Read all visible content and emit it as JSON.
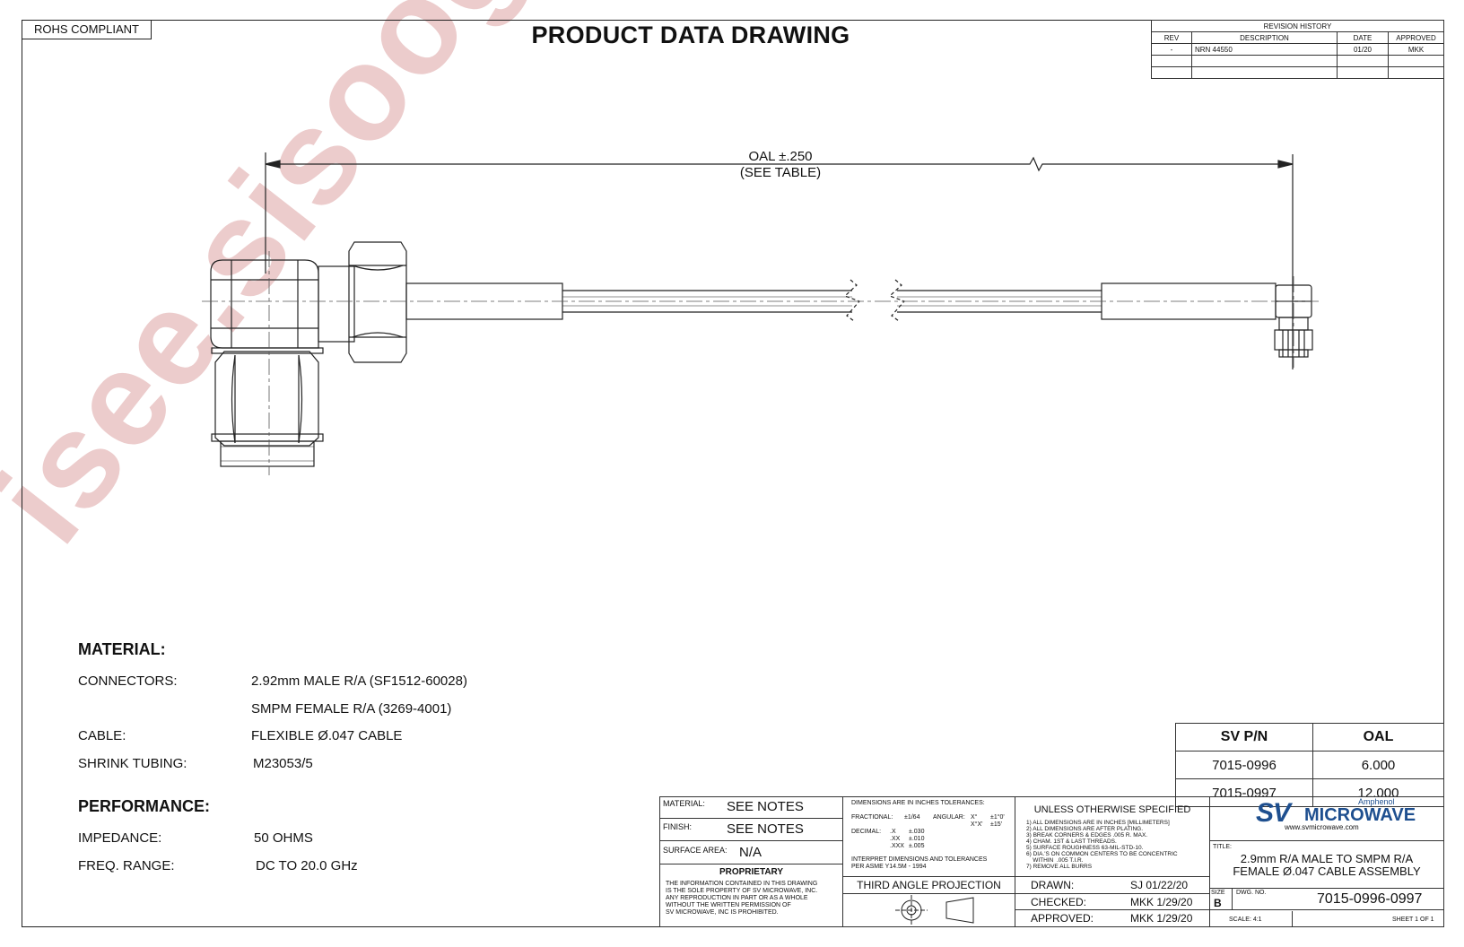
{
  "header": {
    "rohs": "ROHS COMPLIANT",
    "title": "PRODUCT DATA DRAWING"
  },
  "revision_history": {
    "title": "REVISION HISTORY",
    "columns": [
      "REV",
      "DESCRIPTION",
      "DATE",
      "APPROVED"
    ],
    "rows": [
      [
        "-",
        "NRN 44550",
        "01/20",
        "MKK"
      ]
    ]
  },
  "drawing": {
    "oal_label": "OAL ±.250",
    "oal_note": "(SEE TABLE)"
  },
  "watermark": "isee.sisoog.com",
  "material": {
    "heading": "MATERIAL:",
    "connectors_label": "CONNECTORS:",
    "connector_1": "2.92mm MALE R/A (SF1512-60028)",
    "connector_2": "SMPM FEMALE R/A (3269-4001)",
    "cable_label": "CABLE:",
    "cable_value": "FLEXIBLE Ø.047 CABLE",
    "shrink_label": "SHRINK TUBING:",
    "shrink_value": "M23053/5"
  },
  "performance": {
    "heading": "PERFORMANCE:",
    "impedance_label": "IMPEDANCE:",
    "impedance_value": "50 OHMS",
    "freq_label": "FREQ. RANGE:",
    "freq_value": "DC TO 20.0 GHz"
  },
  "oal_table": {
    "columns": [
      "SV P/N",
      "OAL"
    ],
    "rows": [
      [
        "7015-0996",
        "6.000"
      ],
      [
        "7015-0997",
        "12.000"
      ]
    ]
  },
  "title_block": {
    "material_label": "MATERIAL:",
    "material_value": "SEE NOTES",
    "finish_label": "FINISH:",
    "finish_value": "SEE NOTES",
    "surface_label": "SURFACE AREA:",
    "surface_value": "N/A",
    "proprietary_heading": "PROPRIETARY",
    "proprietary_text": [
      "THE INFORMATION CONTAINED IN THIS DRAWING",
      "IS THE SOLE PROPERTY OF SV MICROWAVE, INC.",
      "ANY REPRODUCTION IN PART OR AS A WHOLE",
      "WITHOUT THE WRITTEN PERMISSION OF",
      "SV MICROWAVE, INC IS PROHIBITED."
    ],
    "tolerances_heading": "DIMENSIONS ARE IN INCHES TOLERANCES:",
    "fractional_label": "FRACTIONAL:",
    "fractional_value": "±1/64",
    "angular_label": "ANGULAR:",
    "angular_1_key": "X°",
    "angular_1_val": "±1°0'",
    "angular_2_key": "X°X'",
    "angular_2_val": "±15'",
    "decimal_label": "DECIMAL:",
    "decimal_rows": [
      [
        ".X",
        "±.030"
      ],
      [
        ".XX",
        "±.010"
      ],
      [
        ".XXX",
        "±.005"
      ]
    ],
    "interpret": [
      "INTERPRET DIMENSIONS AND TOLERANCES",
      "PER ASME Y14.5M - 1994"
    ],
    "projection": "THIRD ANGLE PROJECTION",
    "unless_heading": "UNLESS OTHERWISE SPECIFIED",
    "notes": [
      "1) ALL DIMENSIONS ARE IN INCHES [MILLIMETERS]",
      "2) ALL DIMENSIONS ARE AFTER PLATING.",
      "3) BREAK CORNERS & EDGES .005 R. MAX.",
      "4) CHAM. 1ST & LAST THREADS.",
      "5) SURFACE ROUGHNESS 63-MIL-STD-10.",
      "6) DIA.'S ON COMMON CENTERS TO BE CONCENTRIC",
      "    WITHIN  .005 T.I.R.",
      "7) REMOVE ALL BURRS"
    ],
    "drawn_label": "DRAWN:",
    "drawn_value": "SJ 01/22/20",
    "checked_label": "CHECKED:",
    "checked_value": "MKK 1/29/20",
    "approved_label": "APPROVED:",
    "approved_value": "MKK 1/29/20",
    "logo_sv": "SV",
    "logo_microwave": "MICROWAVE",
    "logo_amphenol": "Amphenol",
    "logo_url": "www.svmicrowave.com",
    "title_label": "TITLE:",
    "title_line_1": "2.9mm R/A MALE TO SMPM R/A",
    "title_line_2": "FEMALE Ø.047 CABLE ASSEMBLY",
    "size_label": "SIZE",
    "size_value": "B",
    "dwg_label": "DWG. NO.",
    "dwg_value": "7015-0996-0997",
    "scale": "SCALE: 4:1",
    "sheet": "SHEET 1 OF 1",
    "colors": {
      "sv_blue": "#1e4f8f",
      "sv_red": "#c8202a"
    }
  }
}
